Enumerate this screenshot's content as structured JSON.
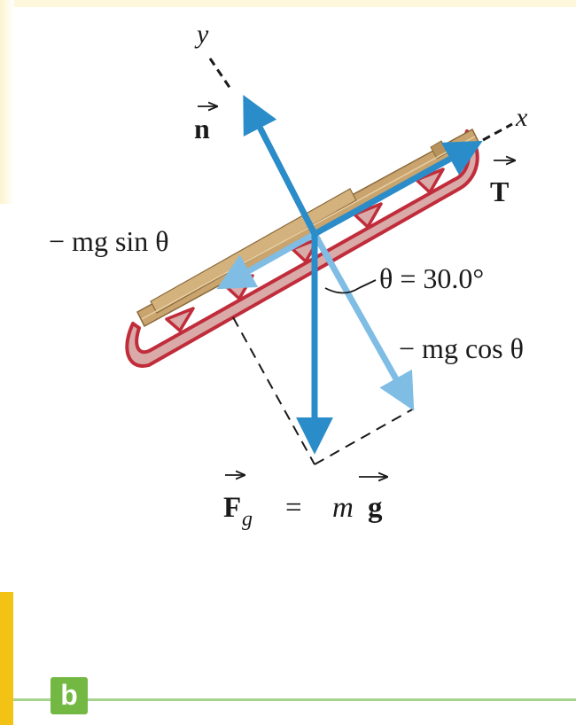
{
  "labels": {
    "y_axis": "y",
    "x_axis": "x",
    "normal_force": "n",
    "tension": "T",
    "parallel_component": "− mg sin θ",
    "angle": "θ = 30.0°",
    "perpendicular_component": "− mg cos θ",
    "gravity_F": "F",
    "gravity_sub": "g",
    "gravity_rhs_m": "m",
    "gravity_rhs_g": "g",
    "equals": "="
  },
  "panel_badge": "b",
  "colors": {
    "force_arrow": "#2a8cc8",
    "component_arrow": "#7fbde4",
    "sled_red": "#c12c3b",
    "sled_fill": "#d9aaa8",
    "wood": "#c9a46e",
    "badge_green": "#72b843",
    "accent_yellow": "#f2c315",
    "divider_green": "#a6d28f"
  }
}
